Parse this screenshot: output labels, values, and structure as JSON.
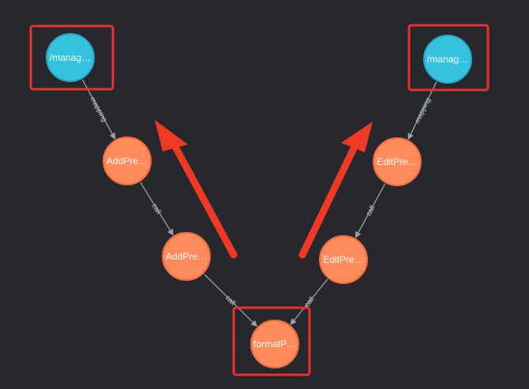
{
  "graph": {
    "nodes": [
      {
        "id": "n1",
        "label": "/manag…",
        "kind": "endpoint",
        "highlighted": true
      },
      {
        "id": "n2",
        "label": "/manag…",
        "kind": "endpoint",
        "highlighted": true
      },
      {
        "id": "n3",
        "label": "AddPre…",
        "kind": "method",
        "highlighted": false
      },
      {
        "id": "n4",
        "label": "AddPre…",
        "kind": "method",
        "highlighted": false
      },
      {
        "id": "n5",
        "label": "EditPre…",
        "kind": "method",
        "highlighted": false
      },
      {
        "id": "n6",
        "label": "EditPre…",
        "kind": "method",
        "highlighted": false
      },
      {
        "id": "n7",
        "label": "formatP…",
        "kind": "method",
        "highlighted": true
      }
    ],
    "edges": [
      {
        "from": "n1",
        "to": "n3",
        "label": "mapping"
      },
      {
        "from": "n3",
        "to": "n4",
        "label": "call"
      },
      {
        "from": "n4",
        "to": "n7",
        "label": "call"
      },
      {
        "from": "n2",
        "to": "n5",
        "label": "mapping"
      },
      {
        "from": "n5",
        "to": "n6",
        "label": "call"
      },
      {
        "from": "n6",
        "to": "n7",
        "label": "call"
      }
    ]
  },
  "colors": {
    "background": "#26282e",
    "endpoint_fill": "#34c2df",
    "endpoint_stroke": "#2aa6c3",
    "method_fill": "#ff8a5c",
    "method_stroke": "#f06a3a",
    "edge": "#9aa0aa",
    "highlight_box": "#e8322b",
    "annotation_arrow": "#ee3a24"
  }
}
